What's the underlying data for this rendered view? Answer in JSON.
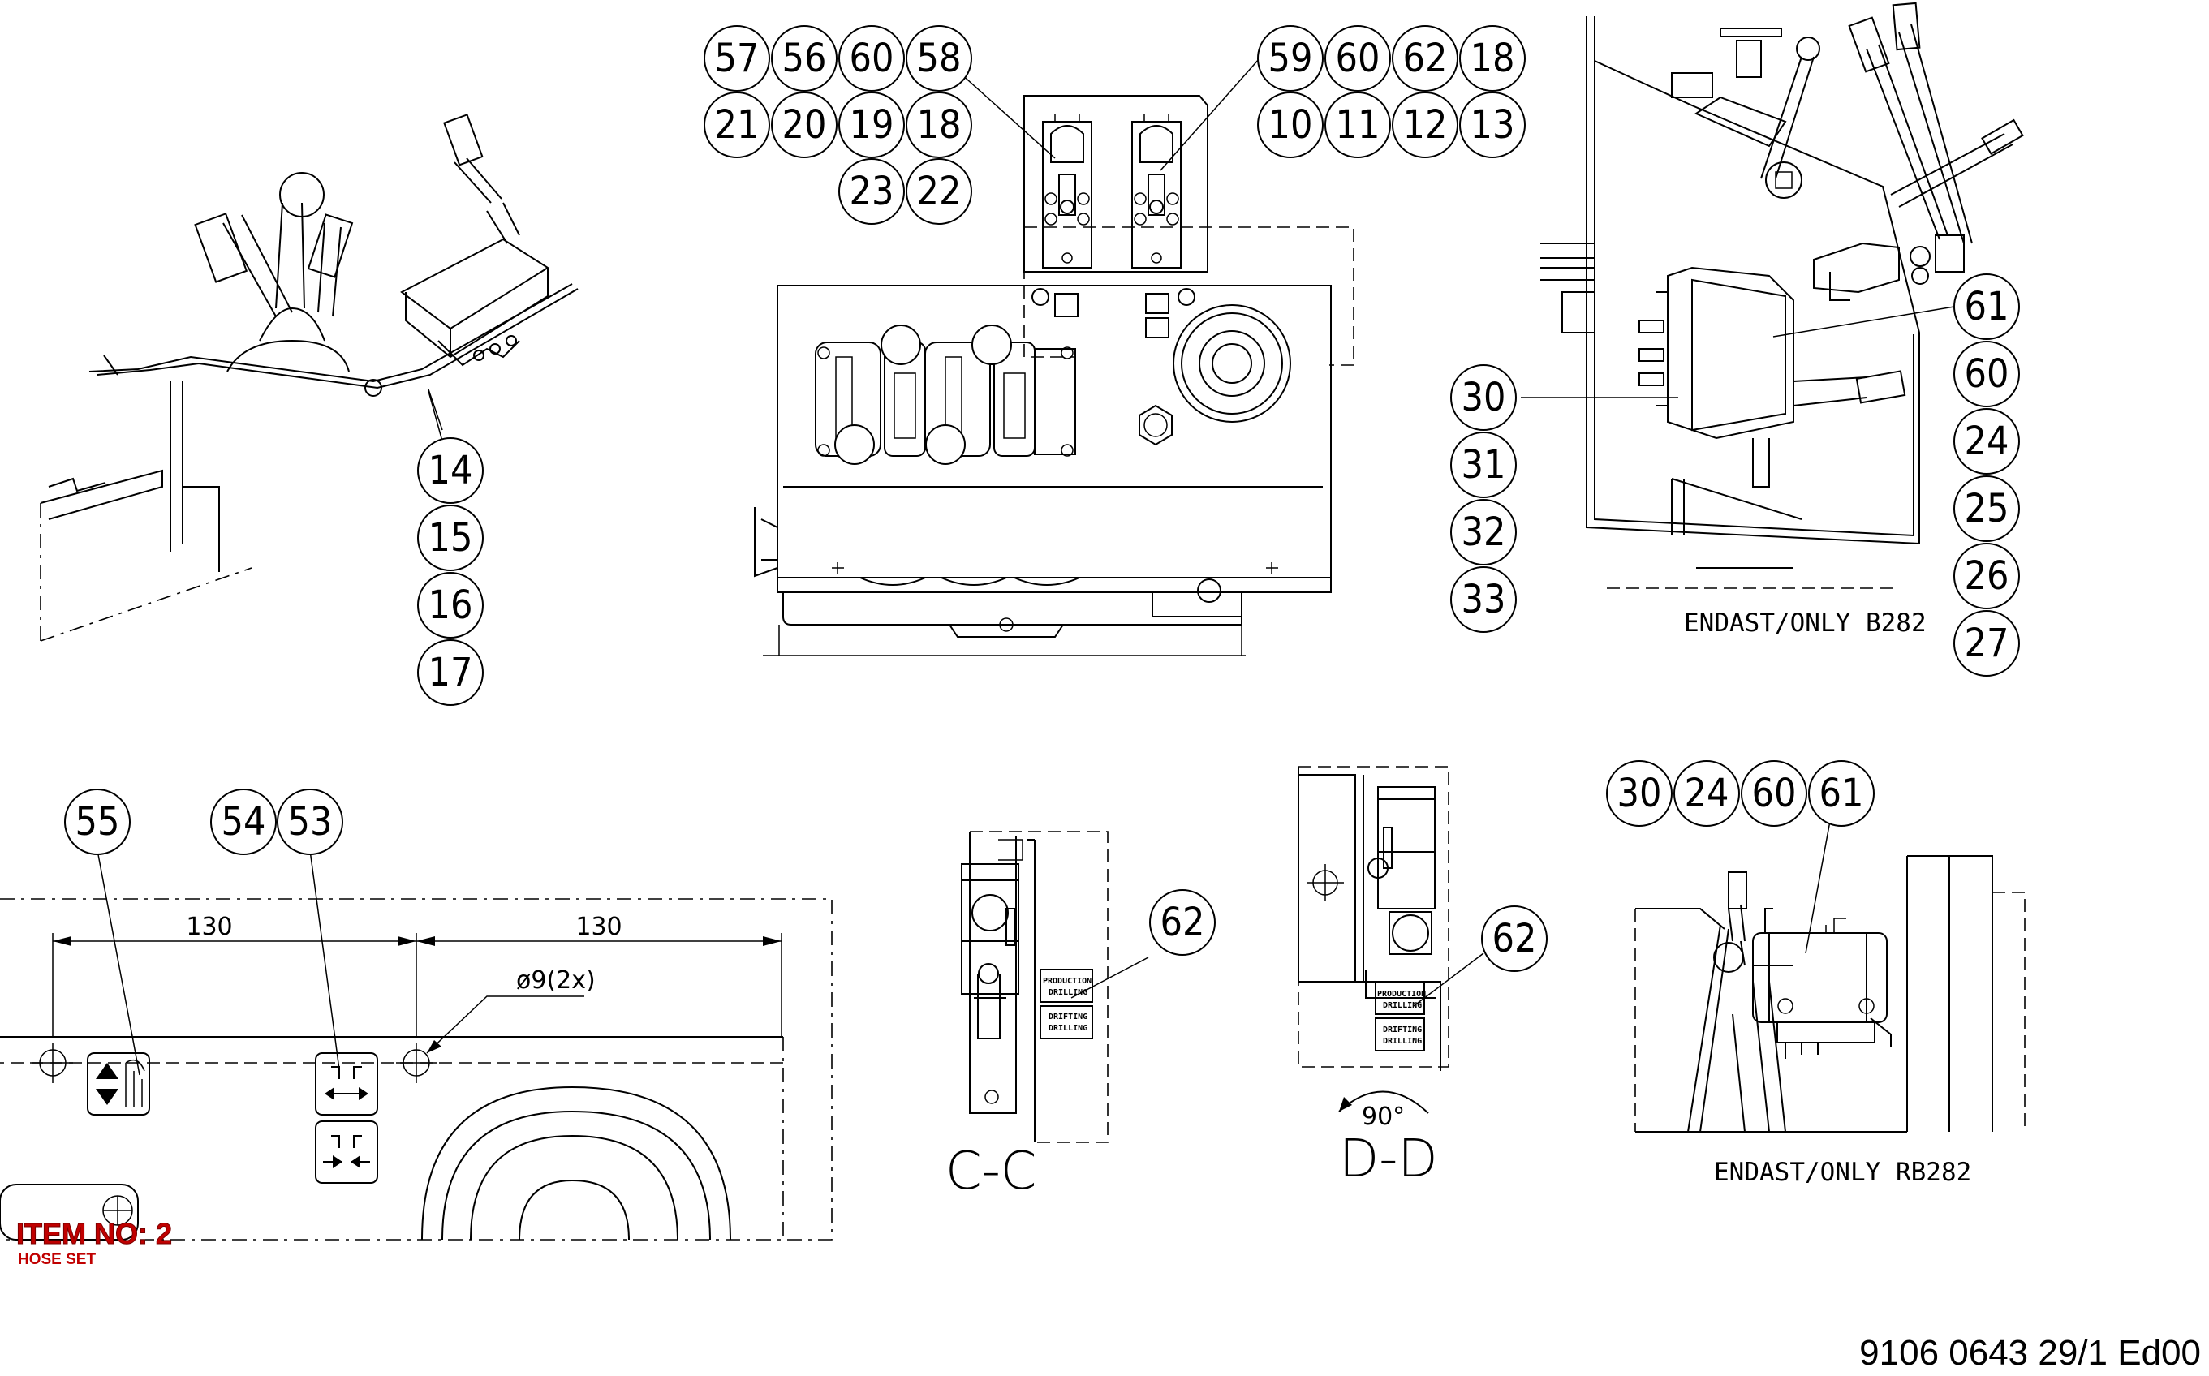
{
  "balloons": {
    "b14": "14",
    "b15": "15",
    "b16": "16",
    "b17": "17",
    "b57": "57",
    "b56": "56",
    "b60a": "60",
    "b58": "58",
    "b21": "21",
    "b20": "20",
    "b19": "19",
    "b18a": "18",
    "b23": "23",
    "b22": "22",
    "b59": "59",
    "b60b": "60",
    "b62a": "62",
    "b18b": "18",
    "b10": "10",
    "b11": "11",
    "b12": "12",
    "b13": "13",
    "b61a": "61",
    "b60c": "60",
    "b24a": "24",
    "b25": "25",
    "b26": "26",
    "b27": "27",
    "b30a": "30",
    "b31": "31",
    "b32": "32",
    "b33": "33",
    "b55": "55",
    "b54": "54",
    "b53": "53",
    "b62b": "62",
    "b62c": "62",
    "b30b": "30",
    "b24b": "24",
    "b60d": "60",
    "b61b": "61"
  },
  "notes": {
    "only_b282": "ENDAST/ONLY B282",
    "only_rb282": "ENDAST/ONLY RB282"
  },
  "dimensions": {
    "dim1": "130",
    "dim2": "130",
    "hole": "ø9(2x)"
  },
  "sections": {
    "cc": "C-C",
    "dd": "D-D",
    "angle": "90°"
  },
  "labels": {
    "cc_a": "PRODUCTION",
    "cc_b": "DRILLING",
    "cc_c": "DRIFTING",
    "cc_d": "DRILLING",
    "dd_a": "PRODUCTION",
    "dd_b": "DRILLING",
    "dd_c": "DRIFTING",
    "dd_d": "DRILLING"
  },
  "item": {
    "title": "ITEM NO: 2",
    "subtitle": "HOSE SET"
  },
  "document_number": "9106 0643 29/1  Ed00"
}
